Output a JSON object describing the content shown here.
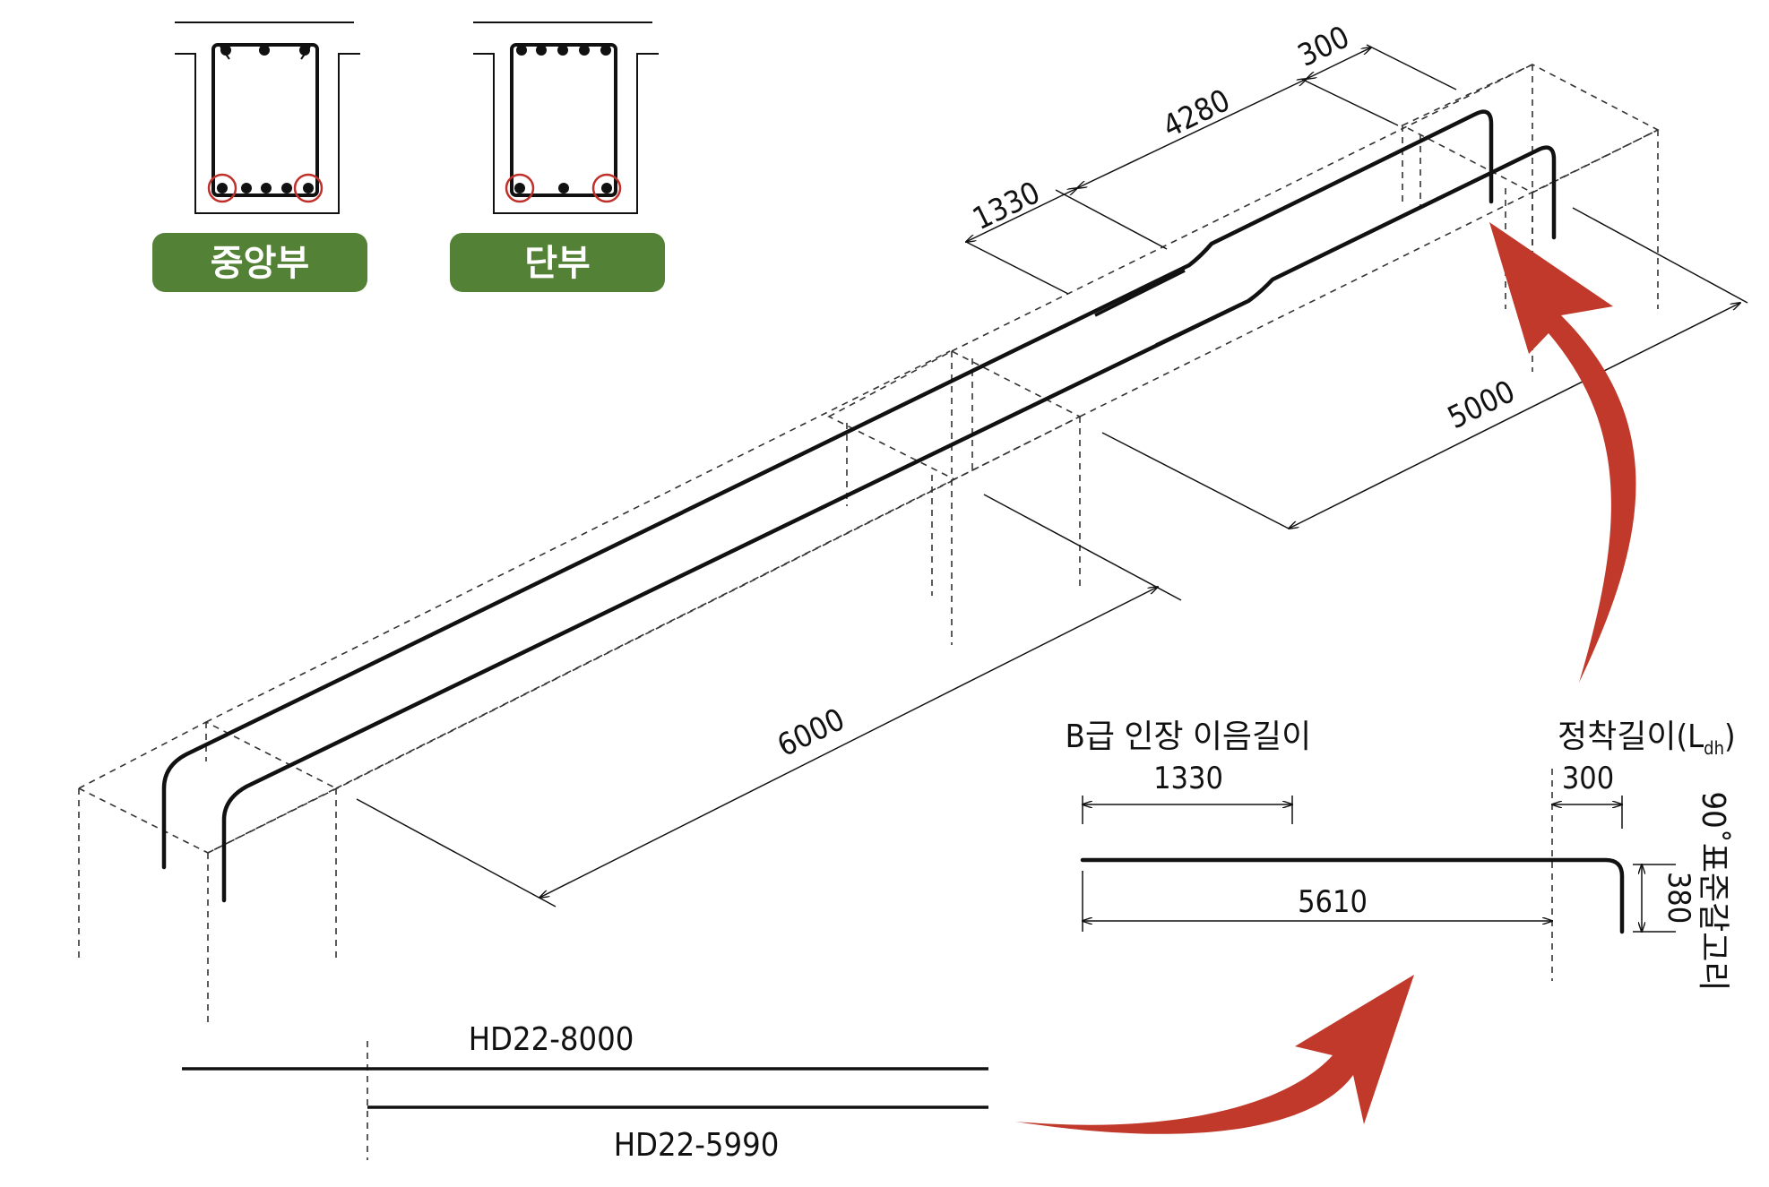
{
  "sections": [
    {
      "label": "중앙부",
      "badge_color": "#538135"
    },
    {
      "label": "단부",
      "badge_color": "#538135"
    }
  ],
  "highlight_color": "#c0302a",
  "arrow_color": "#c0392b",
  "iso_dimensions": {
    "d1330": "1330",
    "d4280": "4280",
    "d300": "300",
    "d5000": "5000",
    "d6000": "6000"
  },
  "detail": {
    "splice_title": "B급 인장 이음길이",
    "splice_value": "1330",
    "anchor_title_main": "정착길이(L",
    "anchor_title_sub": "dh",
    "anchor_title_close": ")",
    "anchor_value": "300",
    "total_value": "5610",
    "hook_value": "380",
    "hook_label": "90˚표준갈고리"
  },
  "bars": {
    "top": "HD22-8000",
    "bottom": "HD22-5990"
  }
}
